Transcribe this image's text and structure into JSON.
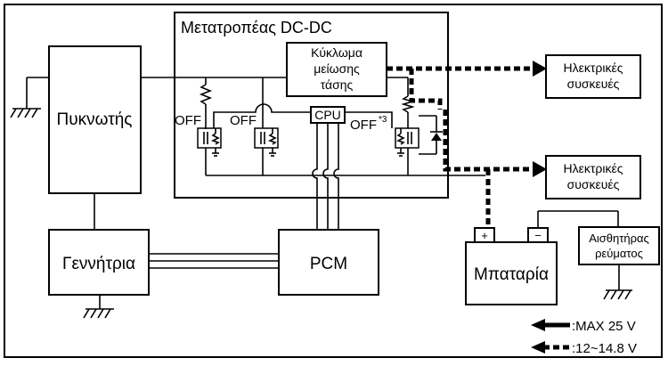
{
  "converter": {
    "title": "Μετατροπέας DC-DC",
    "step_down_circuit": [
      "Κύκλωμα",
      "μείωσης",
      "τάσης"
    ],
    "cpu": "CPU",
    "off_1": "OFF",
    "off_2": "OFF",
    "off_3": "OFF",
    "off_3_note": "*3"
  },
  "blocks": {
    "capacitor": "Πυκνωτής",
    "generator": "Γεννήτρια",
    "pcm": "PCM",
    "battery": "Μπαταρία",
    "battery_plus": "+",
    "battery_minus": "−",
    "current_sensor": [
      "Αισθητήρας",
      "ρεύματος"
    ]
  },
  "loads": {
    "load_1": [
      "Ηλεκτρικές",
      "συσκευές"
    ],
    "load_2": [
      "Ηλεκτρικές",
      "συσκευές"
    ]
  },
  "legend": {
    "solid_label": ":MAX 25 V",
    "dashed_label": ":12~14.8 V"
  }
}
